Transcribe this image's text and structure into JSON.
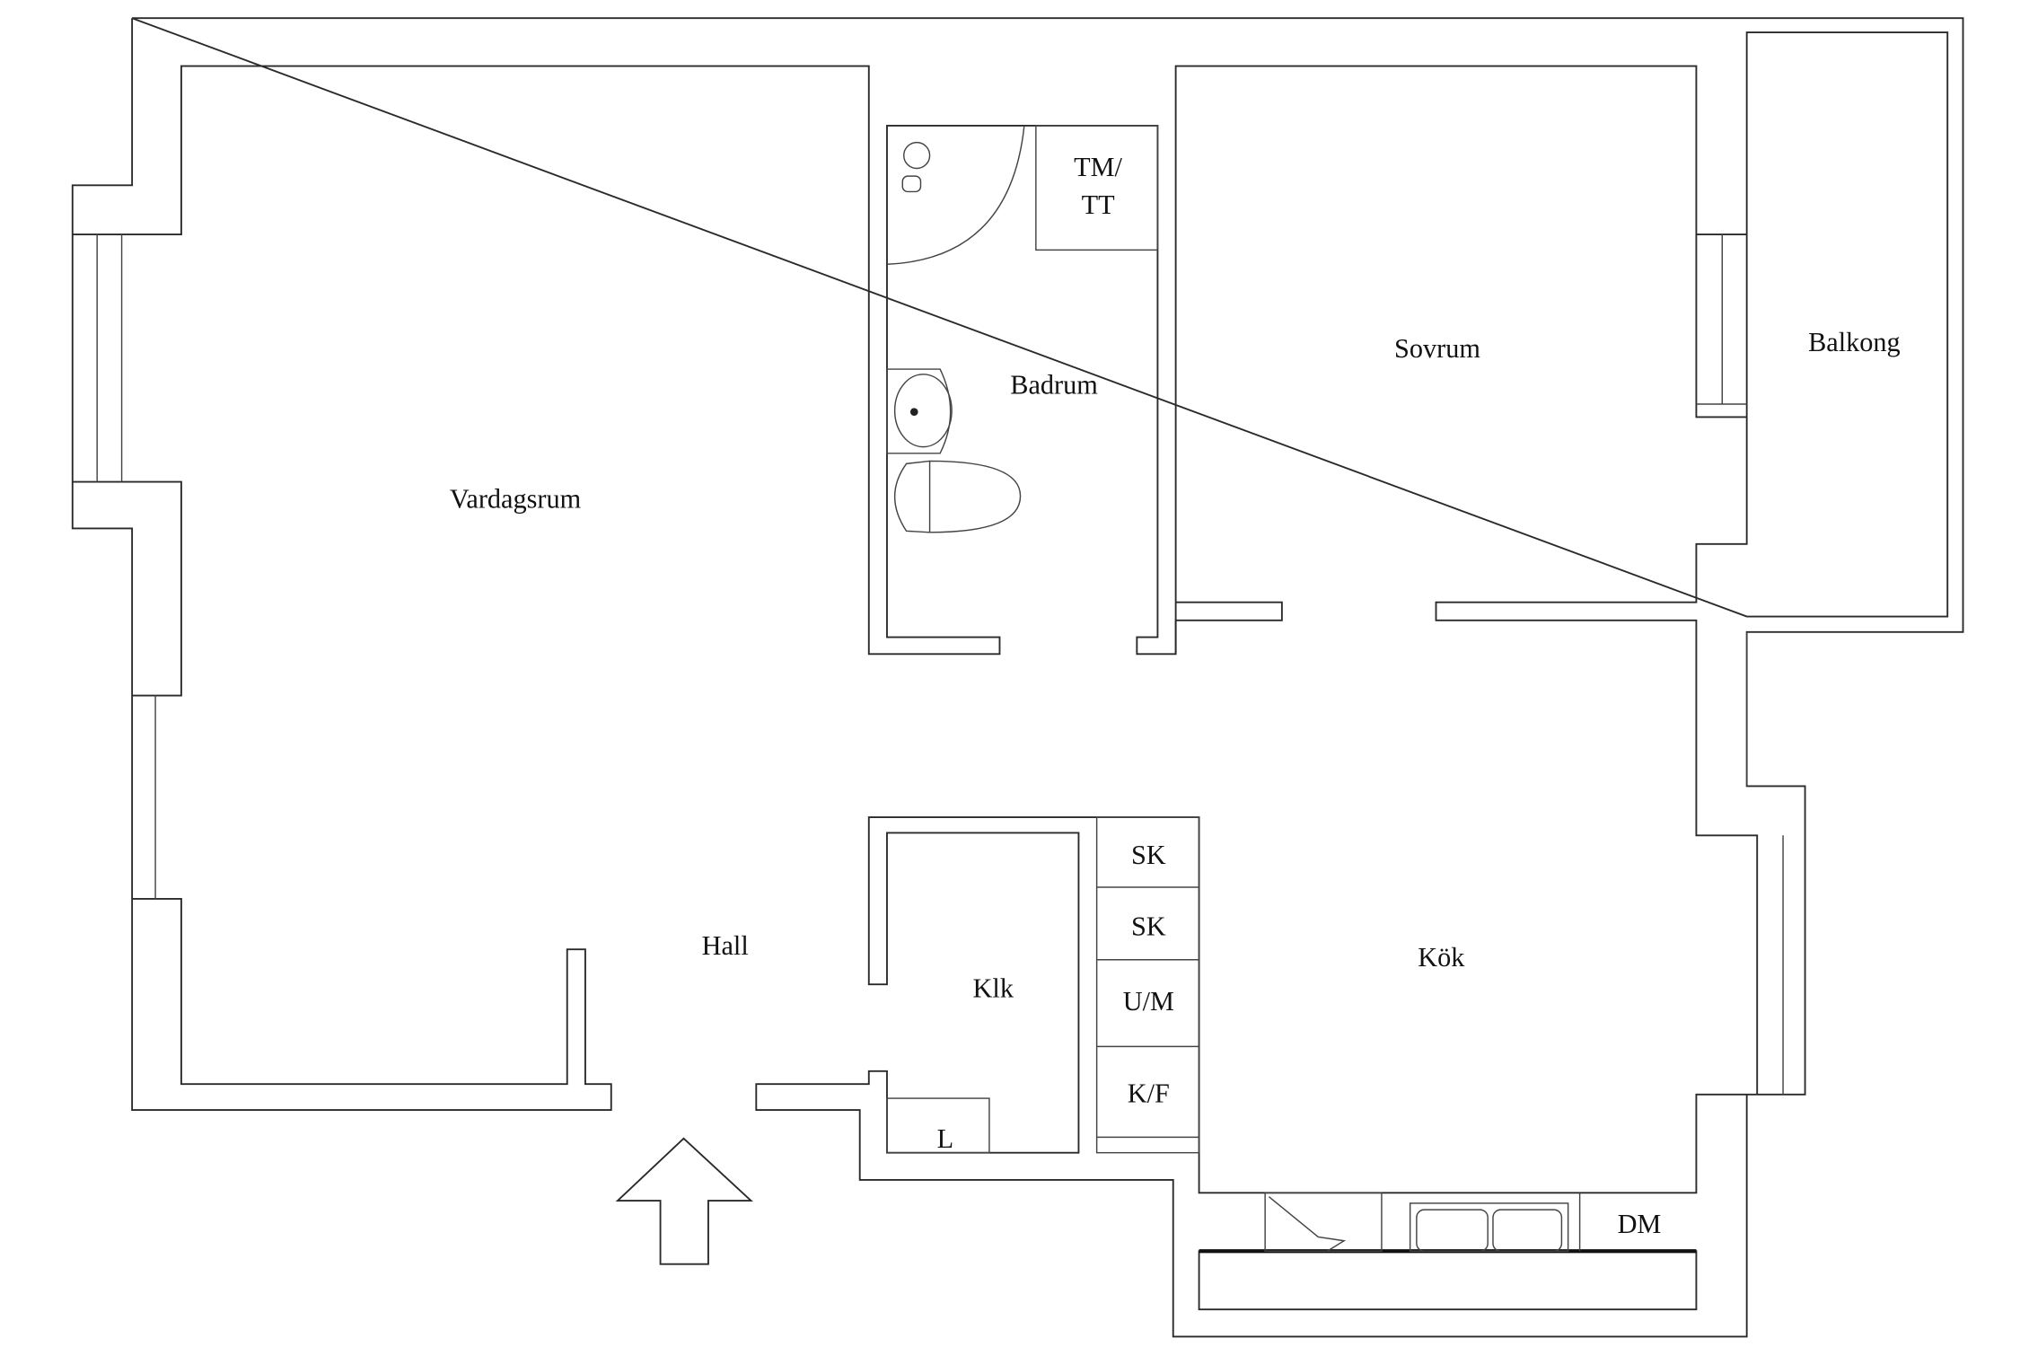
{
  "floor_plan": {
    "rooms": {
      "living_room": "Vardagsrum",
      "bathroom": "Badrum",
      "washer_dryer": [
        "TM/",
        "TT"
      ],
      "bedroom": "Sovrum",
      "balcony": "Balkong",
      "hall": "Hall",
      "closet": "Klk",
      "linen": "L",
      "kitchen": "Kök"
    },
    "kitchen_units": [
      "SK",
      "SK",
      "U/M",
      "K/F"
    ],
    "dishwasher": "DM",
    "entrance_icon": "arrow-up-icon"
  }
}
